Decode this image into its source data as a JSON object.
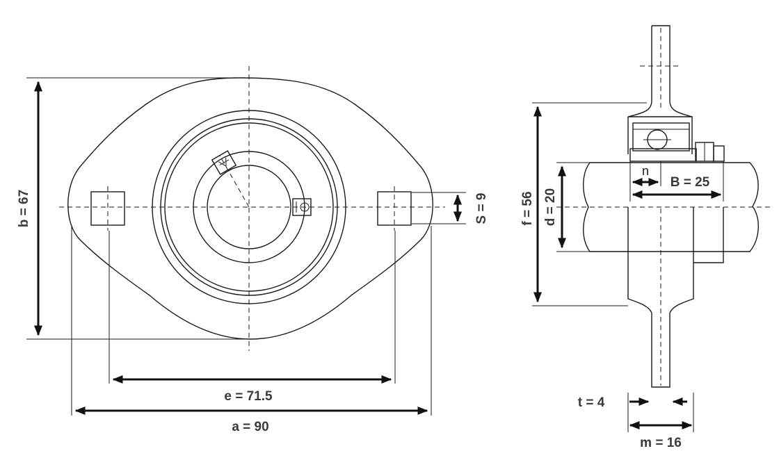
{
  "dimensions": {
    "a": "a = 90",
    "b": "b = 67",
    "e": "e = 71.5",
    "s": "S = 9",
    "f": "f = 56",
    "d": "d = 20",
    "bw": "B = 25",
    "n": "n",
    "t": "t = 4",
    "m": "m = 16"
  },
  "colors": {
    "line": "#1a1a1a",
    "text": "#3a3a3a"
  }
}
